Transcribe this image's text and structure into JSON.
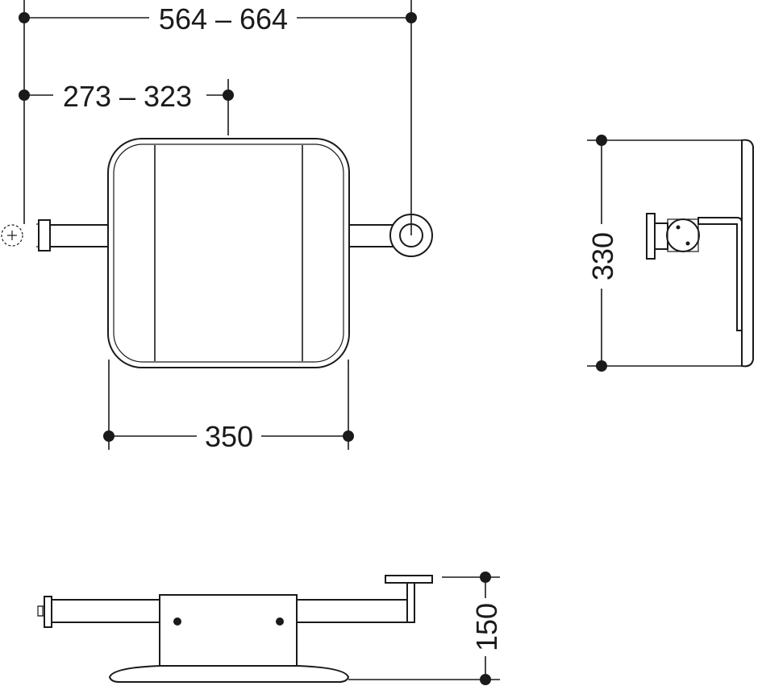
{
  "dimensions": {
    "overall_width": "564 – 664",
    "center_offset": "273 – 323",
    "backrest_width": "350",
    "backrest_height": "330",
    "depth": "150"
  },
  "colors": {
    "line": "#1a1a1a",
    "background": "#ffffff"
  },
  "views": [
    "front-view",
    "side-view",
    "top-view"
  ]
}
